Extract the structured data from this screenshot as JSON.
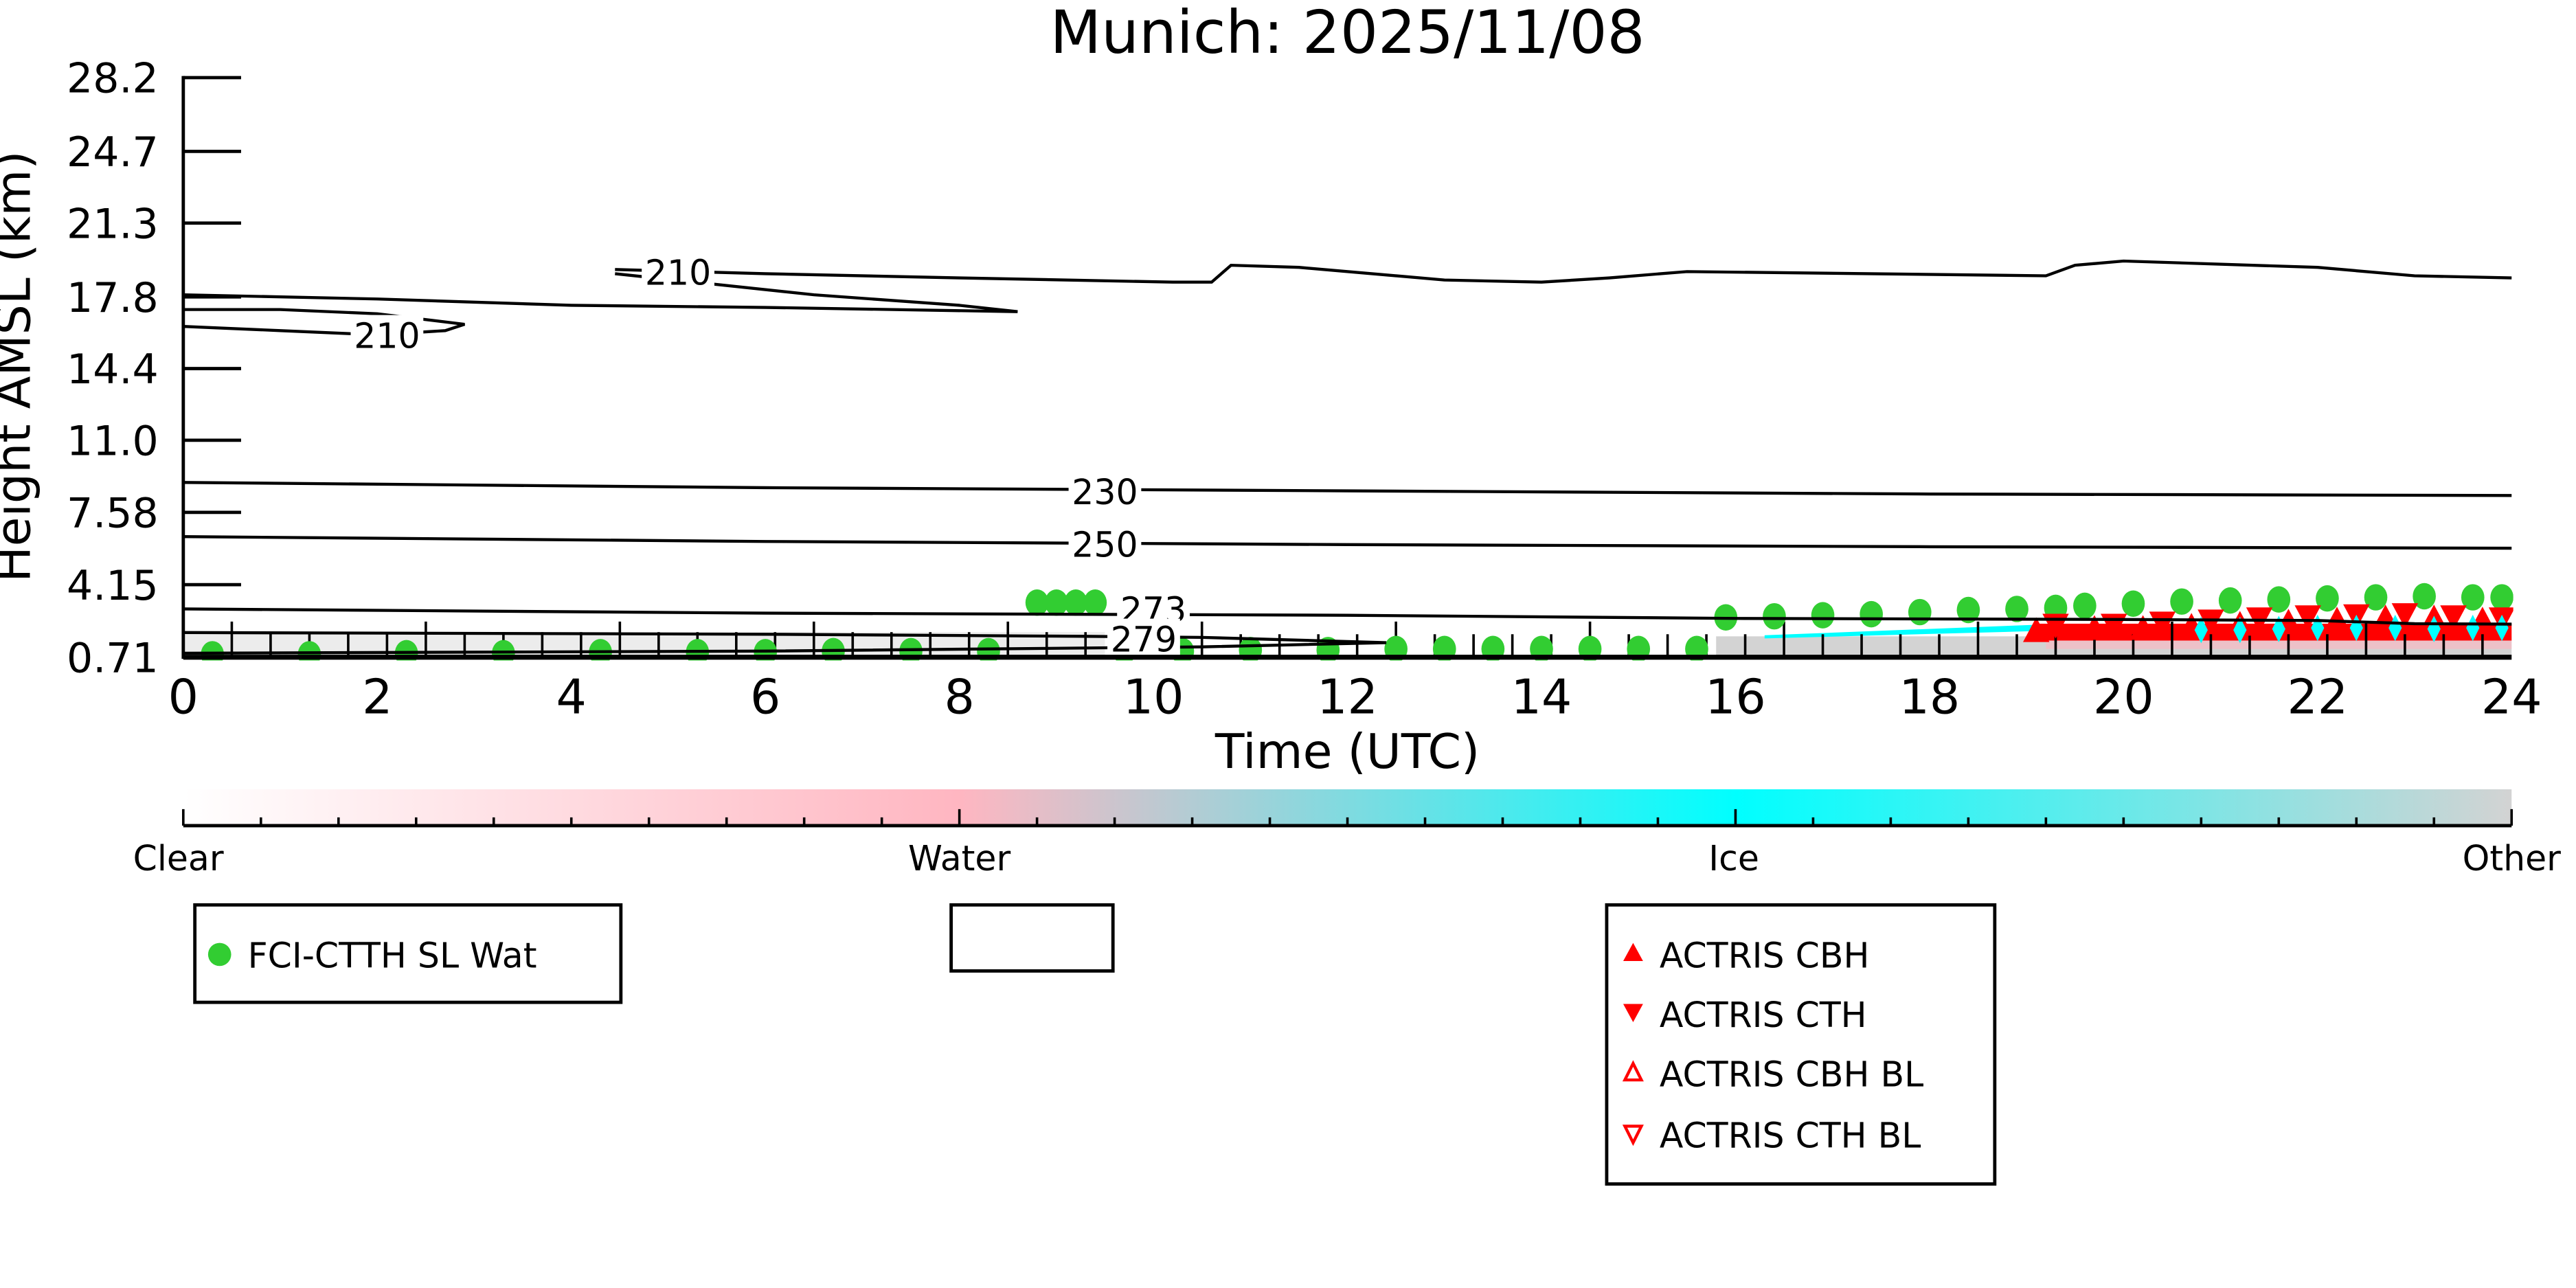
{
  "chart_data": {
    "type": "scatter",
    "title": "Munich: 2025/11/08",
    "xlabel": "Time (UTC)",
    "ylabel": "Height AMSL (km)",
    "xlim": [
      0,
      24
    ],
    "ylim": [
      0.71,
      28.2
    ],
    "xticks": [
      "0",
      "2",
      "4",
      "6",
      "8",
      "10",
      "12",
      "14",
      "16",
      "18",
      "20",
      "22",
      "24"
    ],
    "yticks": [
      "0.71",
      "4.15",
      "7.58",
      "11.0",
      "14.4",
      "17.8",
      "21.3",
      "24.7",
      "28.2"
    ],
    "contours": [
      {
        "label": "210",
        "label_at": [
          5.1,
          19.0
        ],
        "points": [
          [
            4.45,
            19.1
          ],
          [
            6,
            18.9
          ],
          [
            8,
            18.7
          ],
          [
            10.2,
            18.5
          ],
          [
            10.6,
            18.5
          ],
          [
            10.8,
            19.3
          ],
          [
            11.5,
            19.2
          ],
          [
            13,
            18.6
          ],
          [
            14,
            18.5
          ],
          [
            14.7,
            18.7
          ],
          [
            15.5,
            19.0
          ],
          [
            19.2,
            18.8
          ],
          [
            19.5,
            19.3
          ],
          [
            20,
            19.5
          ],
          [
            22,
            19.2
          ],
          [
            23,
            18.8
          ],
          [
            24,
            18.7
          ]
        ]
      },
      {
        "label": "",
        "label_at": null,
        "points": [
          [
            0,
            17.9
          ],
          [
            2,
            17.7
          ],
          [
            4,
            17.4
          ],
          [
            6,
            17.3
          ],
          [
            8.6,
            17.1
          ],
          [
            8,
            17.4
          ],
          [
            6.5,
            17.9
          ],
          [
            4.45,
            18.9
          ]
        ]
      },
      {
        "label": "210",
        "label_at": [
          2.1,
          16.0
        ],
        "points": [
          [
            0,
            17.2
          ],
          [
            1,
            17.2
          ],
          [
            2,
            17.0
          ],
          [
            2.9,
            16.5
          ],
          [
            2.7,
            16.2
          ],
          [
            2,
            16.0
          ],
          [
            1,
            16.2
          ],
          [
            0,
            16.4
          ]
        ]
      },
      {
        "label": "230",
        "label_at": [
          9.5,
          8.6
        ],
        "points": [
          [
            0,
            9.0
          ],
          [
            6,
            8.75
          ],
          [
            12,
            8.6
          ],
          [
            18,
            8.45
          ],
          [
            24,
            8.38
          ]
        ]
      },
      {
        "label": "250",
        "label_at": [
          9.5,
          6.1
        ],
        "points": [
          [
            0,
            6.43
          ],
          [
            6,
            6.2
          ],
          [
            12,
            6.05
          ],
          [
            18,
            5.95
          ],
          [
            24,
            5.88
          ]
        ]
      },
      {
        "label": "273",
        "label_at": [
          10.0,
          3.0
        ],
        "points": [
          [
            0,
            3.0
          ],
          [
            6,
            2.8
          ],
          [
            12,
            2.7
          ],
          [
            16,
            2.55
          ],
          [
            20,
            2.5
          ],
          [
            22,
            2.45
          ],
          [
            23,
            2.3
          ],
          [
            24,
            2.28
          ]
        ]
      },
      {
        "label": "279",
        "label_at": [
          9.9,
          1.6
        ],
        "points": [
          [
            0,
            1.88
          ],
          [
            6,
            1.8
          ],
          [
            9.3,
            1.7
          ],
          [
            10.5,
            1.65
          ],
          [
            12.4,
            1.4
          ],
          [
            10.5,
            1.2
          ],
          [
            6,
            1.0
          ],
          [
            0,
            0.9
          ]
        ]
      }
    ],
    "series": [
      {
        "name": "FCI-CTTH SL Wat",
        "marker": "circle",
        "color": "#32cd32",
        "points": [
          [
            0.3,
            0.85
          ],
          [
            1.3,
            0.85
          ],
          [
            2.3,
            0.9
          ],
          [
            3.3,
            0.9
          ],
          [
            4.3,
            0.95
          ],
          [
            5.3,
            0.95
          ],
          [
            6.0,
            0.95
          ],
          [
            6.7,
            1.0
          ],
          [
            7.5,
            1.0
          ],
          [
            8.3,
            1.0
          ],
          [
            8.8,
            3.3
          ],
          [
            9.0,
            3.3
          ],
          [
            9.2,
            3.3
          ],
          [
            9.4,
            3.3
          ],
          [
            9.7,
            1.0
          ],
          [
            10.3,
            1.0
          ],
          [
            11,
            1.05
          ],
          [
            11.8,
            1.05
          ],
          [
            12.5,
            1.1
          ],
          [
            13,
            1.1
          ],
          [
            13.5,
            1.1
          ],
          [
            14,
            1.1
          ],
          [
            14.5,
            1.1
          ],
          [
            15,
            1.1
          ],
          [
            15.6,
            1.1
          ],
          [
            15.9,
            2.6
          ],
          [
            16.4,
            2.65
          ],
          [
            16.9,
            2.7
          ],
          [
            17.4,
            2.75
          ],
          [
            17.9,
            2.85
          ],
          [
            18.4,
            2.95
          ],
          [
            18.9,
            3.0
          ],
          [
            19.3,
            3.05
          ],
          [
            19.6,
            3.15
          ],
          [
            20.1,
            3.25
          ],
          [
            20.6,
            3.35
          ],
          [
            21.1,
            3.4
          ],
          [
            21.6,
            3.45
          ],
          [
            22.1,
            3.5
          ],
          [
            22.6,
            3.55
          ],
          [
            23.1,
            3.6
          ],
          [
            23.6,
            3.55
          ],
          [
            23.9,
            3.55
          ]
        ]
      },
      {
        "name": "ACTRIS CBH",
        "marker": "triangle-up",
        "color": "#ff0000",
        "points": [
          [
            19.1,
            1.9
          ],
          [
            19.7,
            2.0
          ],
          [
            20.2,
            2.0
          ],
          [
            20.7,
            2.1
          ],
          [
            21.2,
            2.2
          ],
          [
            21.7,
            2.3
          ],
          [
            22.2,
            2.4
          ],
          [
            22.7,
            2.5
          ],
          [
            23.2,
            2.5
          ],
          [
            23.7,
            2.4
          ]
        ]
      },
      {
        "name": "ACTRIS CTH",
        "marker": "triangle-down",
        "color": "#ff0000",
        "points": [
          [
            19.3,
            2.3
          ],
          [
            19.9,
            2.3
          ],
          [
            20.4,
            2.4
          ],
          [
            20.9,
            2.5
          ],
          [
            21.4,
            2.6
          ],
          [
            21.9,
            2.7
          ],
          [
            22.4,
            2.75
          ],
          [
            22.9,
            2.8
          ],
          [
            23.4,
            2.7
          ],
          [
            23.9,
            2.6
          ]
        ]
      },
      {
        "name": "ACTRIS CBH BL",
        "marker": "triangle-up-open",
        "color": "#ff0000",
        "points": []
      },
      {
        "name": "ACTRIS CTH BL",
        "marker": "triangle-down-open",
        "color": "#ff0000",
        "points": []
      },
      {
        "name": "Ice phase",
        "marker": "diamond",
        "color": "#00ffff",
        "legend": false,
        "points": [
          [
            20.8,
            2.0
          ],
          [
            21.2,
            2.0
          ],
          [
            21.6,
            2.05
          ],
          [
            22.0,
            2.1
          ],
          [
            22.4,
            2.1
          ],
          [
            22.8,
            2.1
          ],
          [
            23.2,
            2.05
          ],
          [
            23.6,
            2.1
          ],
          [
            23.9,
            2.1
          ]
        ]
      }
    ],
    "colorbar": {
      "labels": [
        "Clear",
        "Water",
        "Ice",
        "Other"
      ],
      "colors": [
        "#ffffff",
        "#ffb6c1",
        "#00ffff",
        "#d3d3d3"
      ]
    },
    "legend_placement": "below"
  }
}
